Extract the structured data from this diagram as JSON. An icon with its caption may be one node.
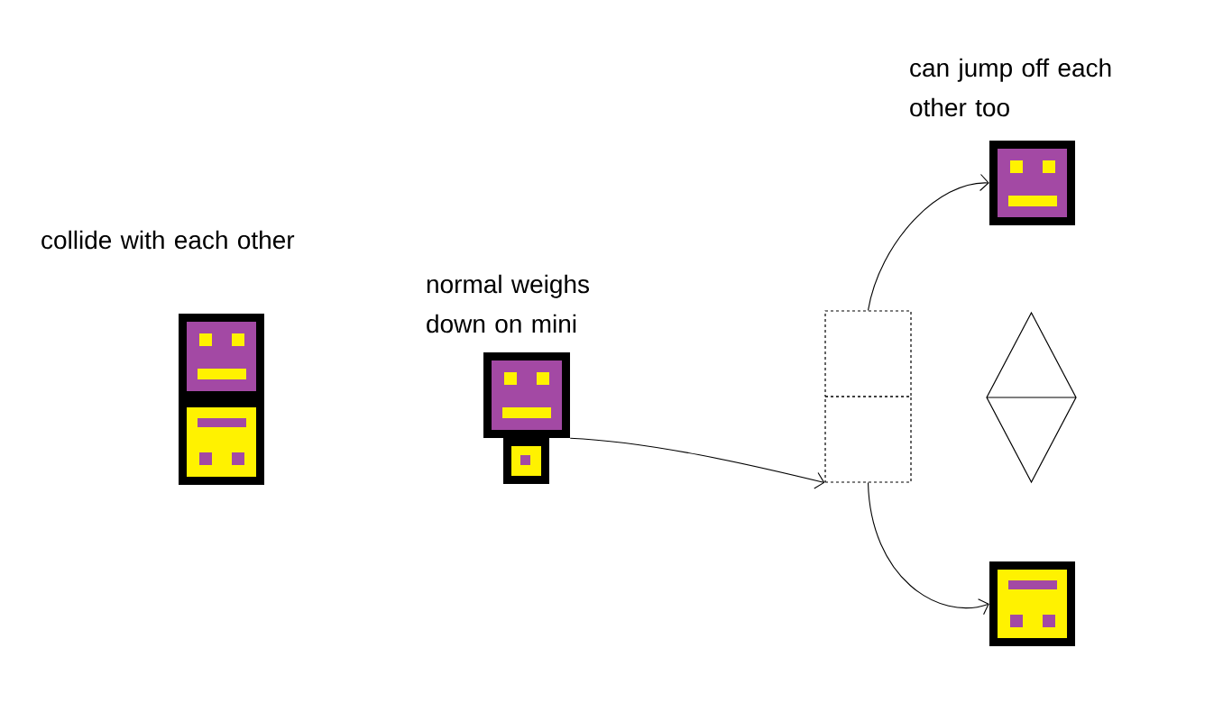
{
  "diagram": {
    "nodes": [
      {
        "text": [],
        "shape": "picture",
        "beside": [
          "collide with each other"
        ]
      },
      {
        "text": [],
        "shape": "picture"
      },
      {
        "text": [],
        "shape": "picture",
        "beside": [
          "normal weighs down on mini"
        ]
      },
      {
        "text": [],
        "shape": "picture"
      },
      {
        "text": [],
        "shape": "box"
      },
      {
        "text": [],
        "shape": "box"
      },
      {
        "text": [],
        "shape": "diamond"
      },
      {
        "text": [],
        "shape": "picture",
        "beside": [
          "can jump off each other too"
        ]
      },
      {
        "text": [],
        "shape": "picture"
      }
    ],
    "edges": [
      {
        "from": 2,
        "to": 5,
        "arrow": "to"
      },
      {
        "from": 4,
        "to": 7,
        "arrow": "to"
      },
      {
        "from": 5,
        "to": 8,
        "arrow": "to"
      }
    ]
  }
}
